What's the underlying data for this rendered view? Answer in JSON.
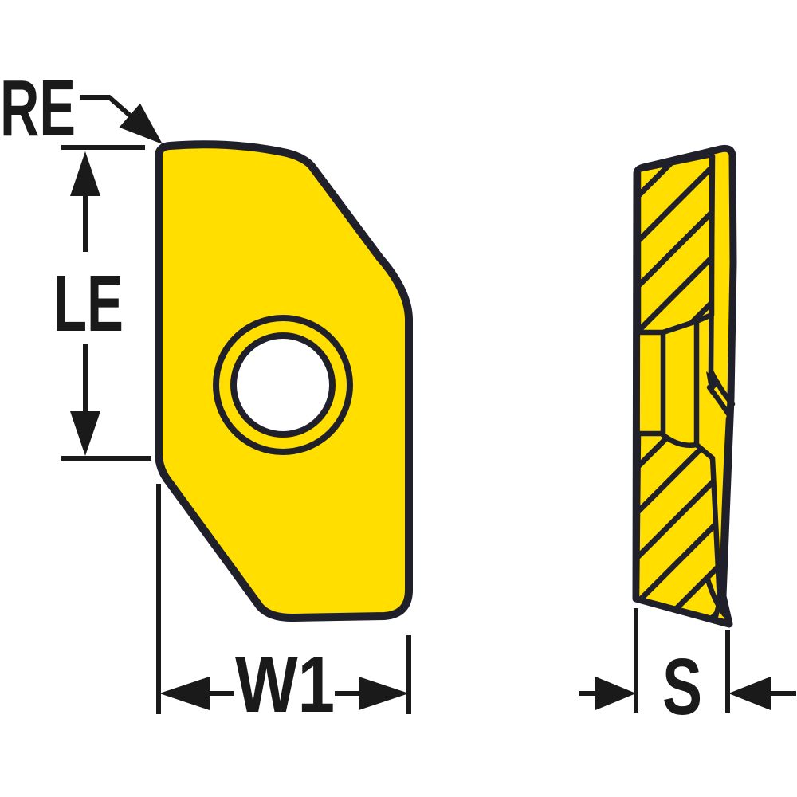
{
  "drawing": {
    "type": "technical-dimension-diagram",
    "labels": {
      "re": "RE",
      "le": "LE",
      "w1": "W1",
      "s": "S"
    },
    "colors": {
      "background": "#ffffff",
      "insert_fill": "#ffde00",
      "outline": "#20202b",
      "dimension": "#1a1a1a",
      "hole_fill": "#ffffff"
    }
  }
}
